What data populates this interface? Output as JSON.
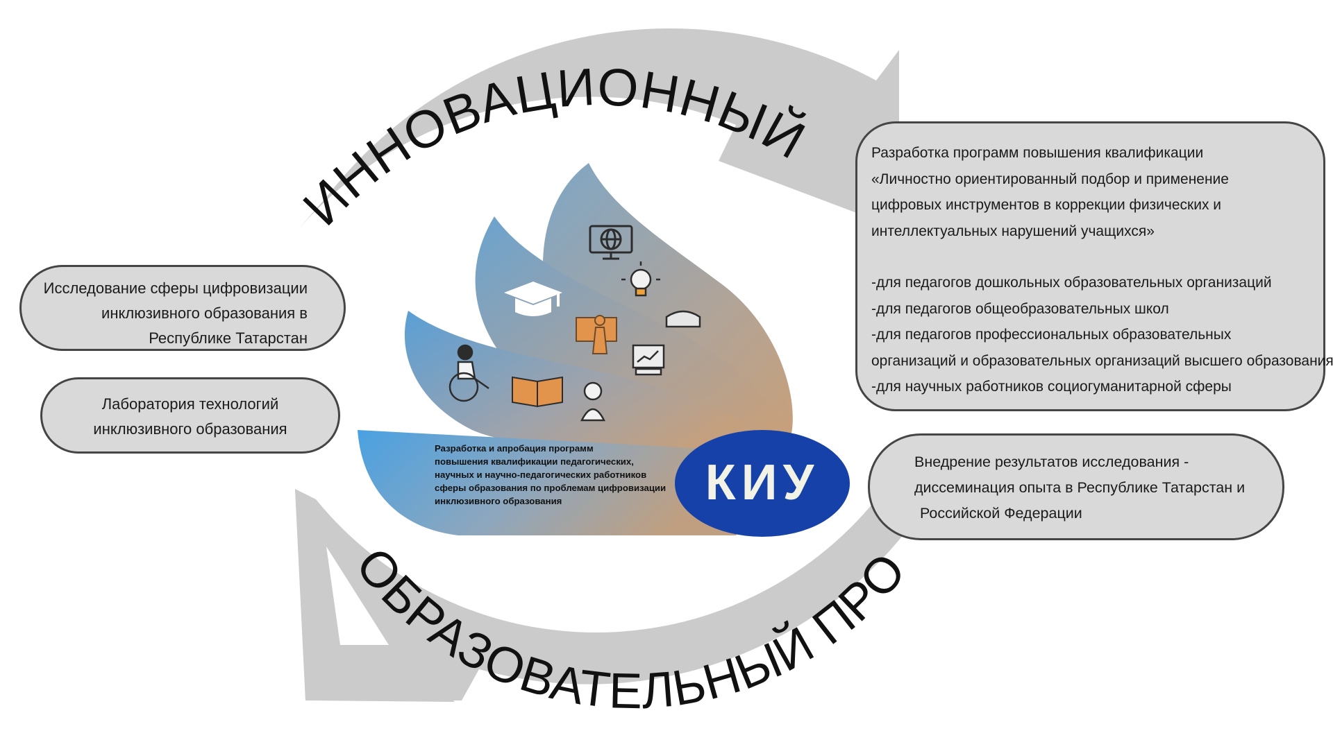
{
  "arc_top_text": "ИННОВАЦИОННЫЙ",
  "arc_bottom_text": "ОБРАЗОВАТЕЛЬНЫЙ ПРОЕКТ",
  "logo_text": "КИУ",
  "fan_caption": [
    "Разработка и апробация программ",
    "повышения квалификации педагогических,",
    "научных и научно-педагогических работников",
    "сферы образования по проблемам цифровизации",
    "инклюзивного образования"
  ],
  "left_boxes": {
    "research": [
      "Исследование сферы цифровизации",
      "инклюзивного образования в",
      "Республике Татарстан"
    ],
    "lab": [
      "Лаборатория технологий",
      "инклюзивного образования"
    ]
  },
  "right_boxes": {
    "programs": {
      "title_lines": [
        "Разработка программ повышения квалификации",
        "«Личностно ориентированный подбор и применение",
        "цифровых инструментов в коррекции физических и",
        "интеллектуальных нарушений учащихся»"
      ],
      "audience_lines": [
        "-для педагогов дошкольных образовательных организаций",
        "-для педагогов общеобразовательных школ",
        "-для педагогов профессиональных образовательных",
        "организаций и образовательных организаций высшего образования",
        "-для научных работников социогуманитарной сферы"
      ]
    },
    "dissemination": [
      "Внедрение результатов исследования  -",
      "диссеминация опыта в Республике Татарстан и",
      "Российской Федерации"
    ]
  },
  "icons": [
    "globe-computer-icon",
    "graduation-cap-icon",
    "lightbulb-icon",
    "person-presentation-icon",
    "vr-goggles-icon",
    "chart-monitor-icon",
    "wheelchair-user-icon",
    "open-book-icon",
    "robot-icon"
  ],
  "colors": {
    "arrow_gray": "#cbcbcb",
    "box_fill": "#d9d9d9",
    "box_border": "#454545",
    "logo_fill": "#1541a8",
    "logo_text": "#f2f2e6",
    "fan_blue": "#4aa1e2",
    "fan_tan": "#c4a07f"
  }
}
